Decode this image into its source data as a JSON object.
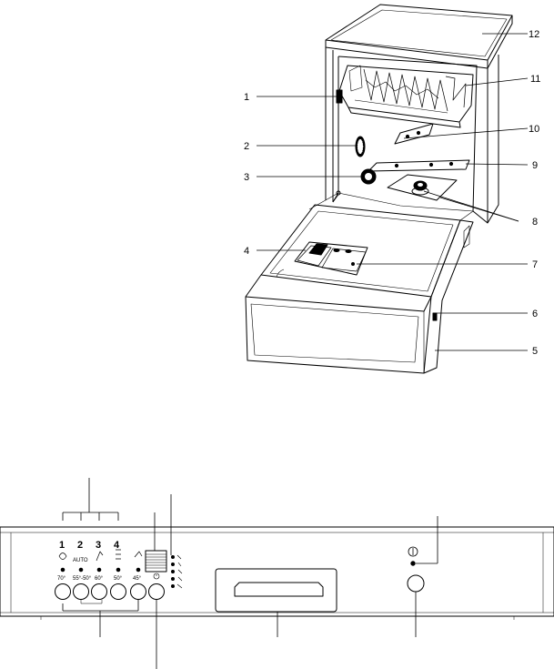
{
  "callouts": {
    "c1": "1",
    "c2": "2",
    "c3": "3",
    "c4": "4",
    "c5": "5",
    "c6": "6",
    "c7": "7",
    "c8": "8",
    "c9": "9",
    "c10": "10",
    "c11": "11",
    "c12": "12"
  },
  "panel": {
    "programs": [
      {
        "number": "1",
        "temp": "70°"
      },
      {
        "number": "2",
        "label": "AUTO",
        "temp": "55°-50°"
      },
      {
        "number": "3",
        "temp": "60°"
      },
      {
        "number": "4",
        "temp": "50°"
      }
    ],
    "extra_temp": "45°",
    "power_symbol": "I"
  }
}
